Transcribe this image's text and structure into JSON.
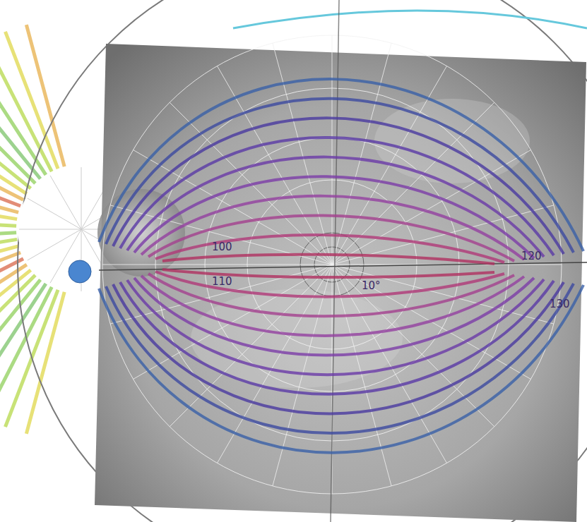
{
  "diagram": {
    "labels": [
      "100",
      "110",
      "120",
      "130",
      "10°"
    ]
  }
}
